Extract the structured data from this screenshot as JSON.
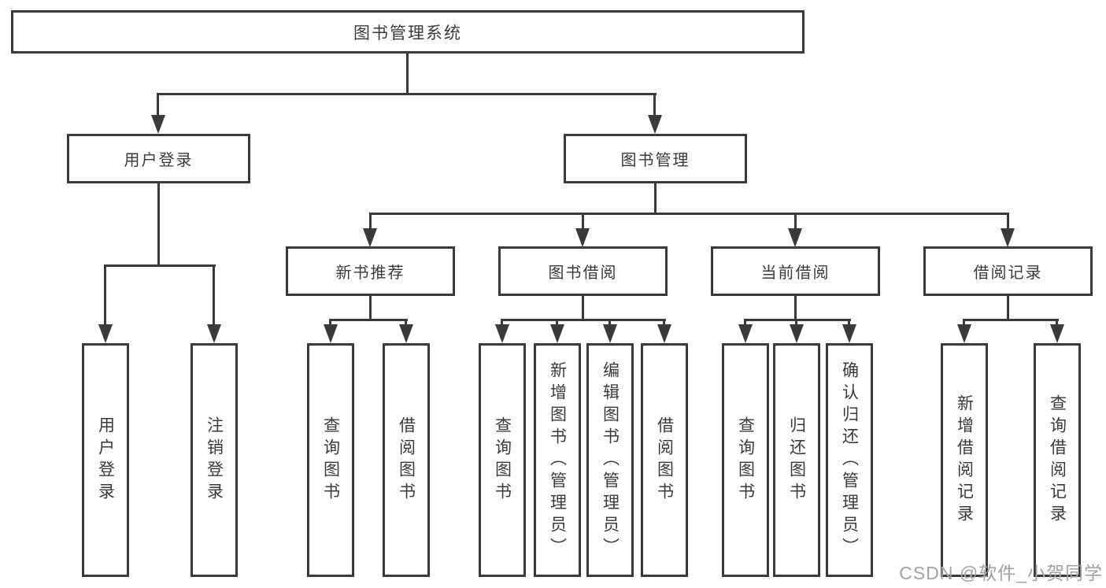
{
  "tree": {
    "label": "图书管理系统",
    "children": [
      {
        "label": "用户登录",
        "children": [
          {
            "label": "用户登录"
          },
          {
            "label": "注销登录"
          }
        ]
      },
      {
        "label": "图书管理",
        "children": [
          {
            "label": "新书推荐",
            "children": [
              {
                "label": "查询图书"
              },
              {
                "label": "借阅图书"
              }
            ]
          },
          {
            "label": "图书借阅",
            "children": [
              {
                "label": "查询图书"
              },
              {
                "label": "新增图书（管理员）"
              },
              {
                "label": "编辑图书（管理员）"
              },
              {
                "label": "借阅图书"
              }
            ]
          },
          {
            "label": "当前借阅",
            "children": [
              {
                "label": "查询图书"
              },
              {
                "label": "归还图书"
              },
              {
                "label": "确认归还（管理员）"
              }
            ]
          },
          {
            "label": "借阅记录",
            "children": [
              {
                "label": "新增借阅记录"
              },
              {
                "label": "查询借阅记录"
              }
            ]
          }
        ]
      }
    ]
  },
  "watermark": {
    "text": "CSDN @软件_小贺同学"
  },
  "colors": {
    "line": "#3a3a3a",
    "background": "#ffffff",
    "watermark": "#a2a2a2"
  }
}
